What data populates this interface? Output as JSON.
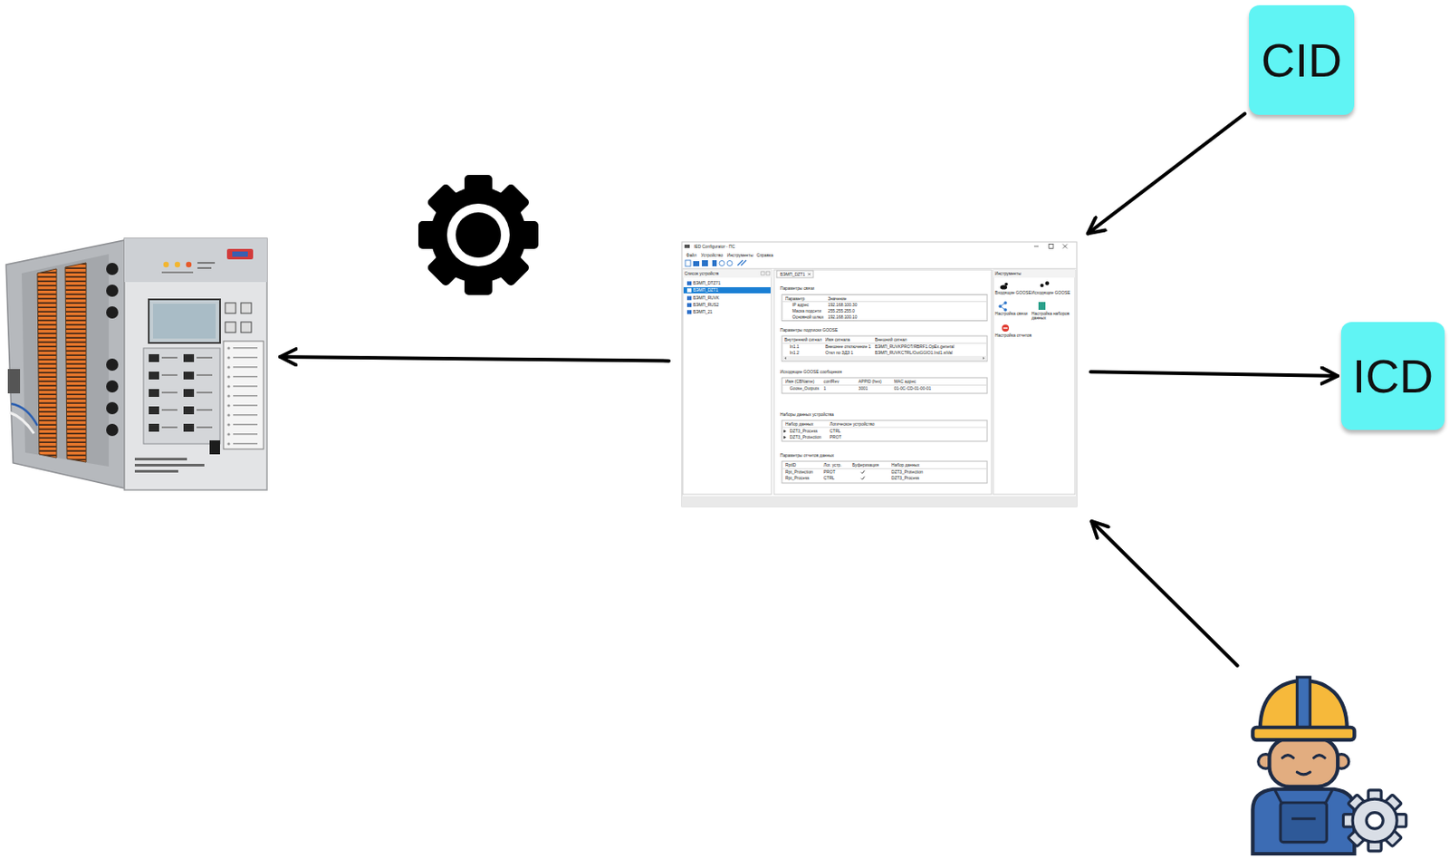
{
  "diagram": {
    "nodes": [
      {
        "text": [
          "CID"
        ]
      },
      {
        "text": []
      },
      {
        "text": [
          "IED Configurator - ПС",
          "Файл",
          "Устройство",
          "Инструменты",
          "Справка",
          "Список устройств",
          "БЭМП_DTZ71",
          "БЭМП_DZT1",
          "БЭМП_RUVK",
          "БЭМП_RUS2",
          "БЭМП_21",
          "БЭМП_DZT1",
          "Параметры связи",
          "Параметр",
          "Значение",
          "IP адрес",
          "192.168.100.30",
          "Маска подсети",
          "255.255.255.0",
          "Основной шлюз",
          "192.168.100.10",
          "Параметры подписки GOOSE",
          "Внутренний сигнал",
          "Имя сигнала",
          "Внешний сигнал",
          "In1.1",
          "Внешнее отключение 1",
          "БЭМП_RUVKPROT/RBRF1.OpEx.general",
          "In1.2",
          "Откл по ЗДЗ 1",
          "БЭМП_RUVKCTRL/OutGGIO1.Ind1.stVal",
          "Исходящие GOOSE сообщения",
          "Имя (CBName)",
          "confRev",
          "APPID (hex)",
          "MAC адрес",
          "Goose_Outputs",
          "1",
          "3001",
          "01-0C-CD-01-00-01",
          "Наборы данных устройства",
          "Набор данных",
          "Логическое устройство",
          "DZT3_Process",
          "CTRL",
          "DZT3_Protection",
          "PROT",
          "Параметры отчетов данных",
          "RptID",
          "Лог. устр.",
          "Буферизация",
          "Набор данных",
          "Rpt_Protection",
          "PROT",
          "DZT3_Protection",
          "Rpt_Process",
          "CTRL",
          "DZT3_Process",
          "Инструменты",
          "Входящие GOOSE",
          "Исходящие GOOSE",
          "Настройка связи",
          "Настройка наборов данных",
          "Настройка отчетов"
        ]
      },
      {
        "text": [
          "ICD"
        ]
      },
      {
        "text": []
      }
    ],
    "edges": [
      {
        "from": 2,
        "to": 1,
        "arrow": "to"
      },
      {
        "from": 0,
        "to": 2,
        "arrow": "to"
      },
      {
        "from": 2,
        "to": 3,
        "arrow": "to"
      },
      {
        "from": 4,
        "to": 2,
        "arrow": "to"
      }
    ]
  }
}
